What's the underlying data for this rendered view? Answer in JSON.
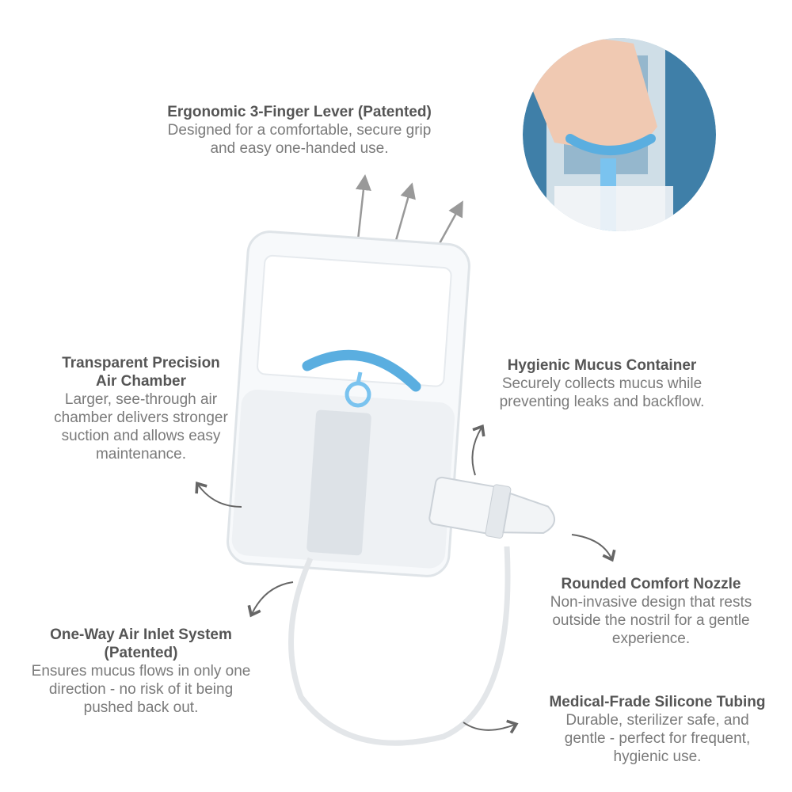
{
  "features": {
    "lever": {
      "title": "Ergonomic 3-Finger Lever (Patented)",
      "lines": [
        "Designed for a comfortable, secure grip",
        "and easy one-handed use."
      ]
    },
    "chamber": {
      "title": [
        "Transparent Precision",
        "Air Chamber"
      ],
      "lines": [
        "Larger, see-through air",
        "chamber delivers stronger",
        "suction and allows easy",
        "maintenance."
      ]
    },
    "container": {
      "title": "Hygienic Mucus Container",
      "lines": [
        "Securely collects mucus while",
        "preventing leaks and backflow."
      ]
    },
    "nozzle": {
      "title": "Rounded Comfort Nozzle",
      "lines": [
        "Non-invasive design that rests",
        "outside the nostril for a gentle",
        "experience."
      ]
    },
    "inlet": {
      "title": [
        "One-Way Air Inlet System",
        "(Patented)"
      ],
      "lines": [
        "Ensures mucus flows in only one",
        "direction - no risk of it being",
        "pushed back out."
      ]
    },
    "tubing": {
      "title": "Medical-Frade Silicone Tubing",
      "lines": [
        "Durable, sterilizer safe, and",
        "gentle - perfect for frequent,",
        "hygienic use."
      ]
    }
  },
  "colors": {
    "accent": "#5aaee0",
    "inset_bg": "#3f7fa8",
    "heading": "#555555",
    "body": "#7a7a7a"
  }
}
